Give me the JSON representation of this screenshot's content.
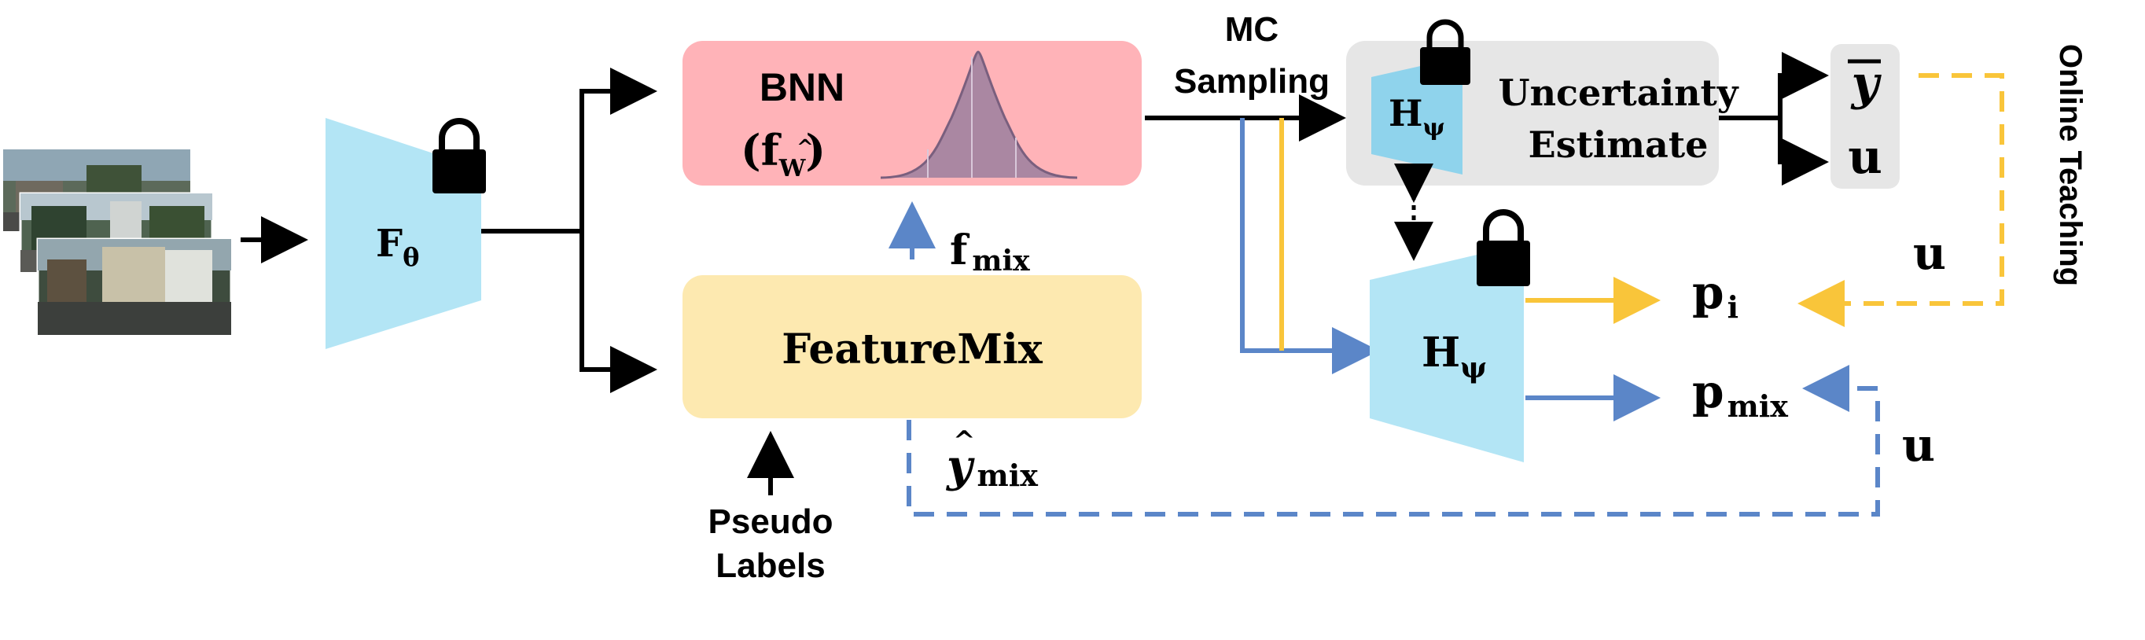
{
  "nodes": {
    "encoder": {
      "label": "F",
      "sub": "θ"
    },
    "bnn": {
      "line1": "BNN",
      "line2_open": "(",
      "line2_f": "f",
      "line2_sub": "W",
      "line2_hat": "^",
      "line2_close": ")"
    },
    "featuremix": {
      "label": "FeatureMix"
    },
    "uncertainty": {
      "head_label": "H",
      "head_sub": "ψ",
      "line1": "Uncertainty",
      "line2": "Estimate"
    },
    "head": {
      "label": "H",
      "sub": "ψ"
    },
    "outputs": {
      "ybar": "y",
      "u": "u"
    }
  },
  "labels": {
    "mc_line1": "MC",
    "mc_line2": "Sampling",
    "fmix_main": "f",
    "fmix_sub": "mix",
    "pseudo_line1": "Pseudo",
    "pseudo_line2": "Labels",
    "yhat_main": "y",
    "yhat_sub": "mix",
    "p_i_main": "p",
    "p_i_sub": "i",
    "p_mix_main": "p",
    "p_mix_sub": "mix",
    "u_top": "u",
    "u_bottom": "u",
    "online_teaching": "Online Teaching"
  },
  "colors": {
    "encoder": "#b3e5f5",
    "bnn_box": "#ffb3b8",
    "gaussian": "#9b7f9e",
    "featuremix_box": "#fde9b0",
    "uncertainty_box": "#e6e6e6",
    "blue_arrow": "#5b86c8",
    "yellow_arrow": "#f9c53a",
    "black": "#000000"
  }
}
